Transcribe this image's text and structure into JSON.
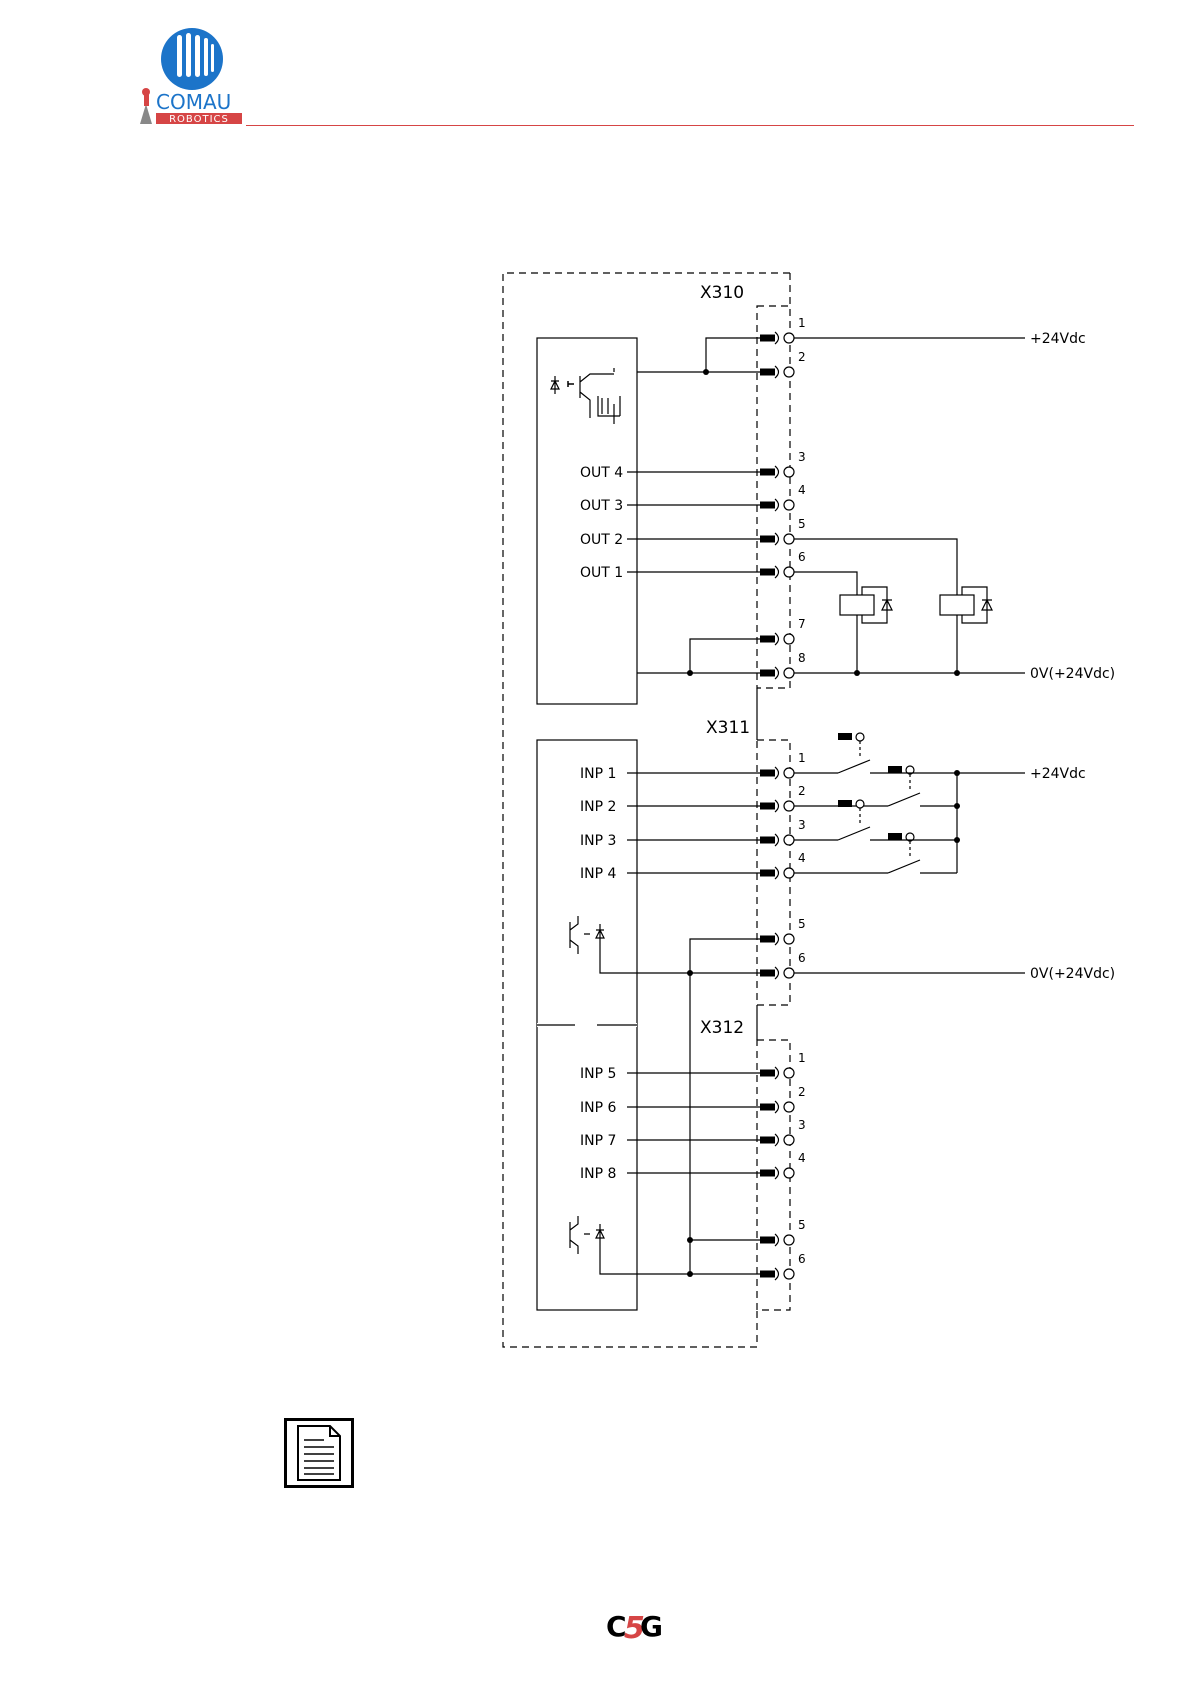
{
  "header": {
    "brand_name": "COMAU",
    "brand_sub": "ROBOTICS",
    "colors": {
      "brand_blue": "#1c74c9",
      "brand_red": "#d64545"
    }
  },
  "diagram": {
    "connectors": {
      "x310": "X310",
      "x311": "X311",
      "x312": "X312"
    },
    "x310_pins": [
      "1",
      "2",
      "3",
      "4",
      "5",
      "6",
      "7",
      "8"
    ],
    "x311_pins": [
      "1",
      "2",
      "3",
      "4",
      "5",
      "6"
    ],
    "x312_pins": [
      "1",
      "2",
      "3",
      "4",
      "5",
      "6"
    ],
    "outputs": [
      "OUT 4",
      "OUT 3",
      "OUT 2",
      "OUT 1"
    ],
    "inputs_a": [
      "INP 1",
      "INP 2",
      "INP 3",
      "INP 4"
    ],
    "inputs_b": [
      "INP 5",
      "INP 6",
      "INP 7",
      "INP 8"
    ],
    "supply_labels": {
      "x310_plus": "+24Vdc",
      "x310_zero": "0V(+24Vdc)",
      "x311_plus": "+24Vdc",
      "x311_zero": "0V(+24Vdc)"
    }
  },
  "note": {
    "icon": "document-note-icon"
  },
  "footer": {
    "product_logo": "C5G",
    "colors": {
      "c": "#000000",
      "five": "#d64545"
    }
  }
}
